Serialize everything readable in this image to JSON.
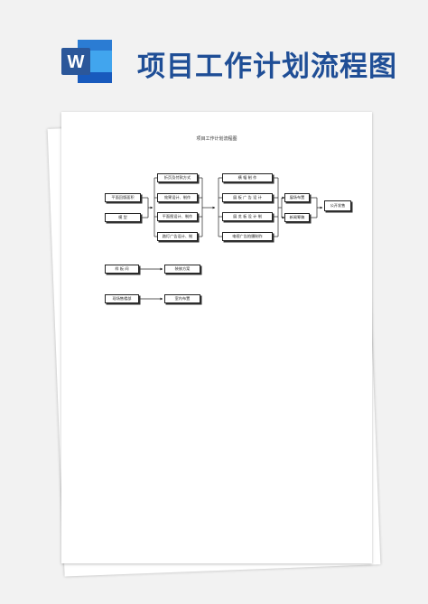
{
  "banner": {
    "title": "项目工作计划流程图",
    "logo_icon": "word-logo-icon",
    "logo_color": "#2b579a"
  },
  "document": {
    "title": "项目工作计划流程图",
    "left_boxes": [
      "平面回版面积",
      "模  型"
    ],
    "column1": [
      "折页及付款方式",
      "效果设计、制作",
      "平面图设计、制作",
      "路灯广告设计、制"
    ],
    "column2": [
      "横  幅  制  作",
      "展  板  广  告  设  计",
      "展  览  板  设  计  制",
      "电视广告拍摄制作"
    ],
    "column3": [
      "展场布置",
      "新闻筹稿"
    ],
    "final_box": "公开发售",
    "row2": {
      "from": "样  板  间",
      "to": "装修方案"
    },
    "row3": {
      "from": "现场售楼部",
      "to": "室内布置"
    }
  }
}
